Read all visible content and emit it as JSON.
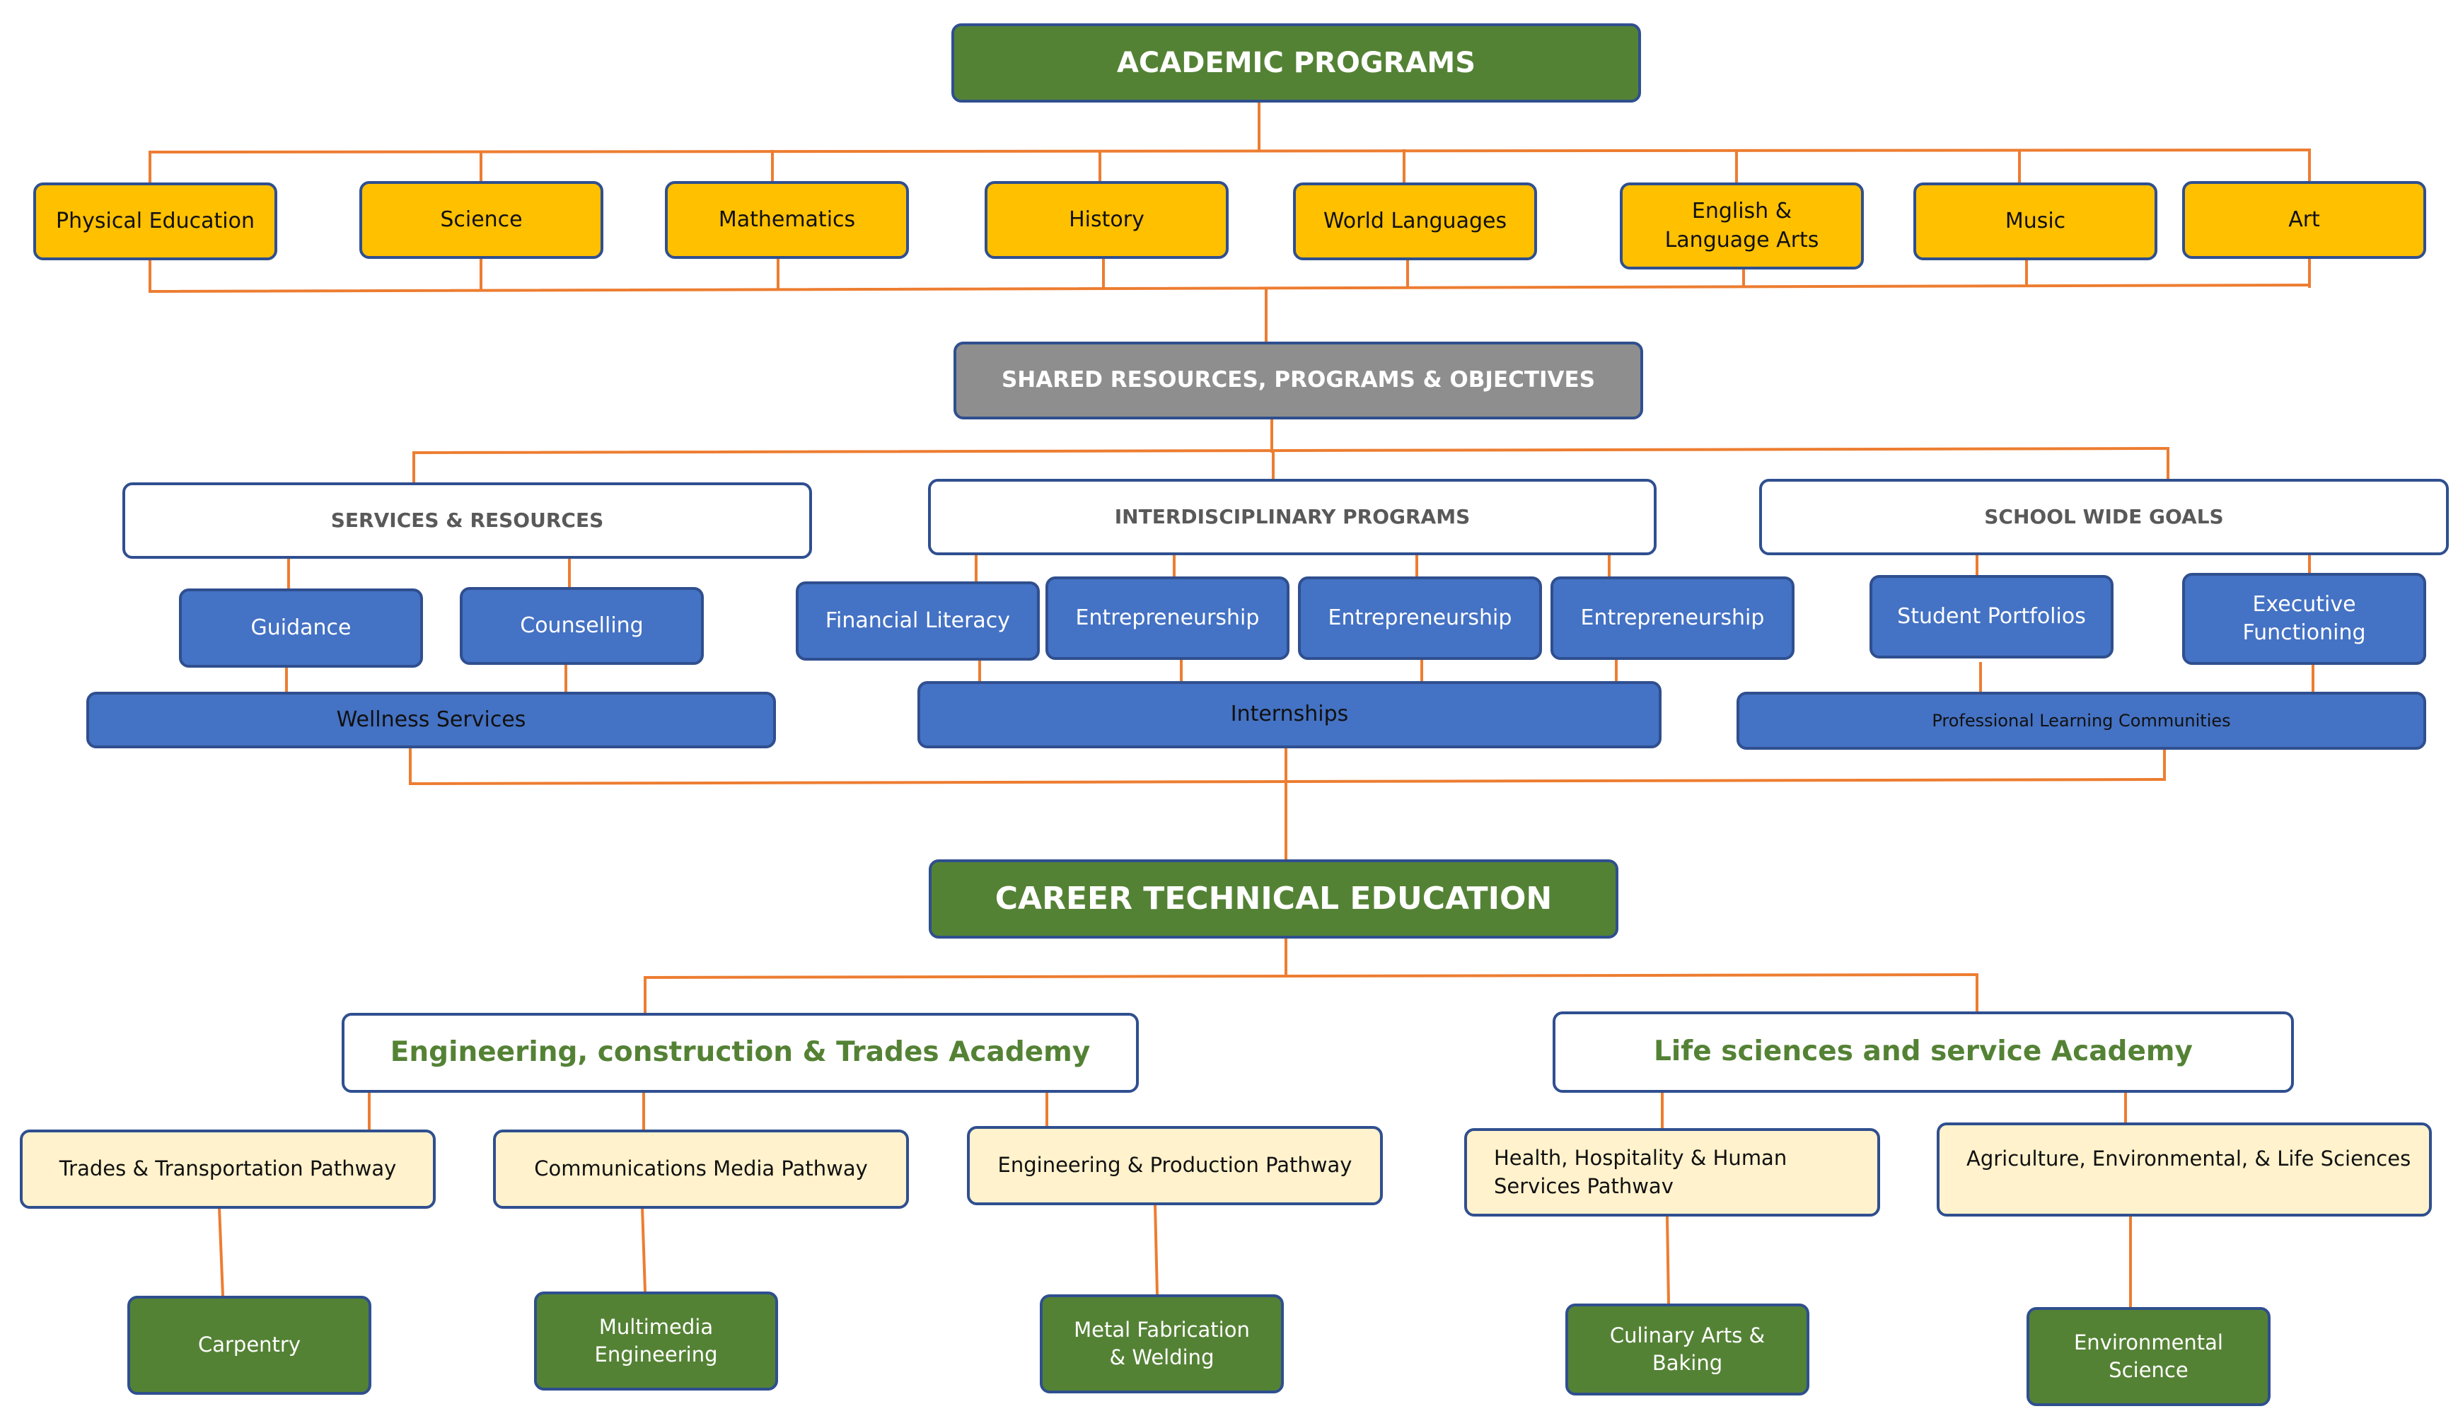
{
  "academic": {
    "title": "ACADEMIC PROGRAMS",
    "subjects": [
      "Physical Education",
      "Science",
      "Mathematics",
      "History",
      "World Languages",
      "English & Language Arts",
      "Music",
      "Art"
    ]
  },
  "shared": {
    "title": "SHARED RESOURCES, PROGRAMS & OBJECTIVES",
    "services": {
      "title": "SERVICES & RESOURCES",
      "items": [
        "Guidance",
        "Counselling"
      ],
      "bar": "Wellness Services"
    },
    "interdisciplinary": {
      "title": "INTERDISCIPLINARY PROGRAMS",
      "items": [
        "Financial Literacy",
        "Entrepreneurship",
        "Entrepreneurship",
        "Entrepreneurship"
      ],
      "bar": "Internships"
    },
    "goals": {
      "title": "SCHOOL WIDE GOALS",
      "items": [
        "Student Portfolios",
        "Executive Functioning"
      ],
      "bar": "Professional Learning Communities"
    }
  },
  "cte": {
    "title": "CAREER TECHNICAL EDUCATION",
    "engineering": {
      "title": "Engineering, construction & Trades Academy",
      "pathways": [
        "Trades & Transportation Pathway",
        "Communications Media Pathway",
        "Engineering & Production Pathway"
      ],
      "programs": [
        "Carpentry",
        "Multimedia Engineering",
        "Metal Fabrication & Welding"
      ]
    },
    "life": {
      "title": "Life sciences and service Academy",
      "pathways": [
        "Health, Hospitality & Human Services Pathwav",
        "Agriculture, Environmental, & Life Sciences"
      ],
      "programs": [
        "Culinary Arts & Baking",
        "Environmental Science"
      ]
    }
  },
  "colors": {
    "connector": "#ed7d31",
    "header_green": "#548235",
    "header_gray": "#8e8e8e",
    "subject_gold": "#ffc000",
    "resource_blue": "#4472c4",
    "pathway_cream": "#fff2cc",
    "border_navy": "#2f4f8f"
  }
}
